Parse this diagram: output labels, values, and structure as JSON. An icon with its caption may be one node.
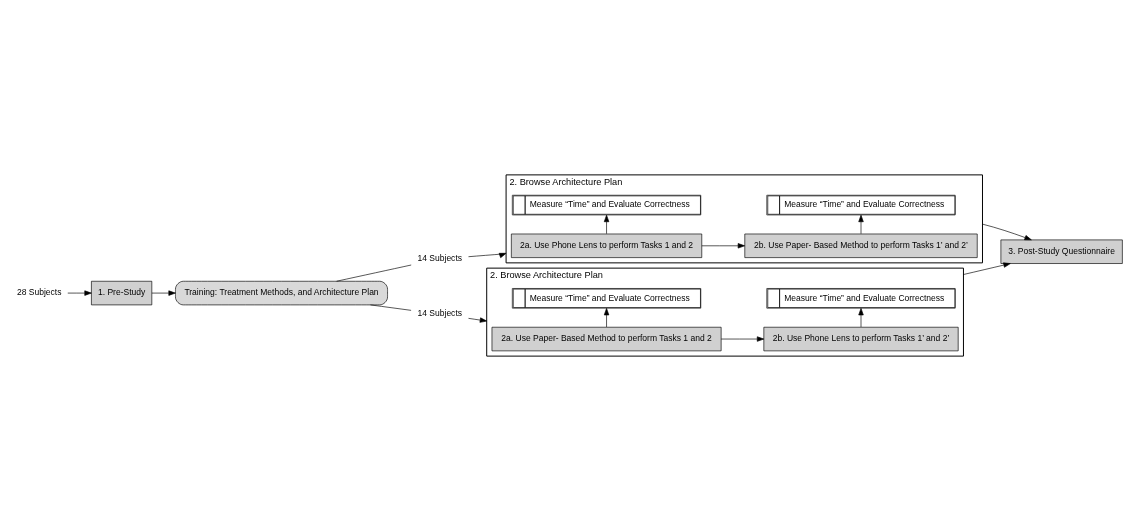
{
  "diagram": {
    "nodes": [
      {
        "text": [
          "28 Subjects"
        ]
      },
      {
        "text": [
          "1. Pre-Study"
        ]
      },
      {
        "text": [
          "Training: Treatment Methods, and Architecture Plan"
        ]
      },
      {
        "text": [
          "14 Subjects"
        ]
      },
      {
        "text": [
          "2. Browse Architecture Plan"
        ]
      },
      {
        "text": [
          "2a. Use Phone Lens to perform Tasks 1 and 2"
        ],
        "in": 4
      },
      {
        "text": [
          "2b. Use Paper- Based Method to perform Tasks 1’ and 2’"
        ],
        "in": 4
      },
      {
        "text": [
          "Measure “Time” and Evaluate Correctness"
        ],
        "in": 4
      },
      {
        "text": [
          "Measure “Time” and Evaluate Correctness"
        ],
        "in": 4
      },
      {
        "text": [
          "14 Subjects"
        ]
      },
      {
        "text": [
          "2. Browse Architecture Plan"
        ]
      },
      {
        "text": [
          "2a. Use Paper- Based Method to perform Tasks 1 and 2"
        ],
        "in": 10
      },
      {
        "text": [
          "2b. Use Phone Lens to perform Tasks 1’ and 2’"
        ],
        "in": 10
      },
      {
        "text": [
          "Measure “Time” and Evaluate Correctness"
        ],
        "in": 10
      },
      {
        "text": [
          "Measure “Time” and Evaluate Correctness"
        ],
        "in": 10
      },
      {
        "text": [
          "3. Post-Study Questionnaire"
        ]
      }
    ],
    "edges": [
      {
        "from": 0,
        "to": 1,
        "arrow": "to"
      },
      {
        "from": 1,
        "to": 2,
        "arrow": "to"
      },
      {
        "from": 2,
        "to": 3,
        "arrow": "none"
      },
      {
        "from": 3,
        "to": 4,
        "arrow": "to"
      },
      {
        "from": 5,
        "to": 6,
        "arrow": "to"
      },
      {
        "from": 5,
        "to": 7,
        "arrow": "to"
      },
      {
        "from": 6,
        "to": 8,
        "arrow": "to"
      },
      {
        "from": 4,
        "to": 15,
        "arrow": "to"
      },
      {
        "from": 2,
        "to": 9,
        "arrow": "none"
      },
      {
        "from": 9,
        "to": 10,
        "arrow": "to"
      },
      {
        "from": 11,
        "to": 12,
        "arrow": "to"
      },
      {
        "from": 11,
        "to": 13,
        "arrow": "to"
      },
      {
        "from": 12,
        "to": 14,
        "arrow": "to"
      },
      {
        "from": 10,
        "to": 15,
        "arrow": "to"
      }
    ]
  }
}
